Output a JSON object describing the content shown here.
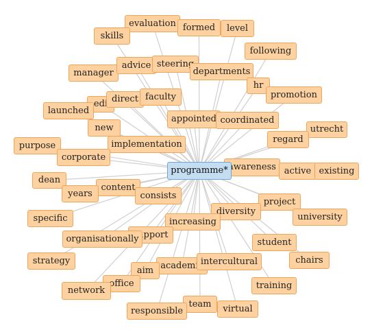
{
  "center": {
    "id": "programme",
    "label": "programme*"
  },
  "nodes": [
    {
      "id": "evaluation",
      "label": "evaluation"
    },
    {
      "id": "skills",
      "label": "skills"
    },
    {
      "id": "formed",
      "label": "formed"
    },
    {
      "id": "level",
      "label": "level"
    },
    {
      "id": "following",
      "label": "following"
    },
    {
      "id": "manager",
      "label": "manager"
    },
    {
      "id": "advice",
      "label": "advice"
    },
    {
      "id": "steering",
      "label": "steering"
    },
    {
      "id": "departments",
      "label": "departments"
    },
    {
      "id": "hr",
      "label": "hr"
    },
    {
      "id": "promotion",
      "label": "promotion"
    },
    {
      "id": "edi",
      "label": "edi"
    },
    {
      "id": "direct",
      "label": "direct"
    },
    {
      "id": "faculty",
      "label": "faculty"
    },
    {
      "id": "launched",
      "label": "launched"
    },
    {
      "id": "appointed",
      "label": "appointed"
    },
    {
      "id": "coordinated",
      "label": "coordinated"
    },
    {
      "id": "new",
      "label": "new"
    },
    {
      "id": "utrecht",
      "label": "utrecht"
    },
    {
      "id": "regard",
      "label": "regard"
    },
    {
      "id": "purpose",
      "label": "purpose"
    },
    {
      "id": "implementation",
      "label": "implementation"
    },
    {
      "id": "corporate",
      "label": "corporate"
    },
    {
      "id": "awareness",
      "label": "awareness"
    },
    {
      "id": "active",
      "label": "active"
    },
    {
      "id": "existing",
      "label": "existing"
    },
    {
      "id": "dean",
      "label": "dean"
    },
    {
      "id": "content",
      "label": "content"
    },
    {
      "id": "years",
      "label": "years"
    },
    {
      "id": "consists",
      "label": "consists"
    },
    {
      "id": "project",
      "label": "project"
    },
    {
      "id": "diversity",
      "label": "diversity"
    },
    {
      "id": "university",
      "label": "university"
    },
    {
      "id": "specific",
      "label": "specific"
    },
    {
      "id": "increasing",
      "label": "increasing"
    },
    {
      "id": "support",
      "label": "support"
    },
    {
      "id": "organisationally",
      "label": "organisationally"
    },
    {
      "id": "student",
      "label": "student"
    },
    {
      "id": "chairs",
      "label": "chairs"
    },
    {
      "id": "strategy",
      "label": "strategy"
    },
    {
      "id": "academic",
      "label": "academic"
    },
    {
      "id": "intercultural",
      "label": "intercultural"
    },
    {
      "id": "aim",
      "label": "aim"
    },
    {
      "id": "office",
      "label": "office"
    },
    {
      "id": "network",
      "label": "network"
    },
    {
      "id": "training",
      "label": "training"
    },
    {
      "id": "team",
      "label": "team"
    },
    {
      "id": "responsible",
      "label": "responsible"
    },
    {
      "id": "virtual",
      "label": "virtual"
    }
  ],
  "colors": {
    "node_fill": "#fdd2a0",
    "node_border": "#f0a45a",
    "center_fill": "#c4ddf1",
    "center_border": "#6fa6d6",
    "edge": "#cfcfcf"
  }
}
